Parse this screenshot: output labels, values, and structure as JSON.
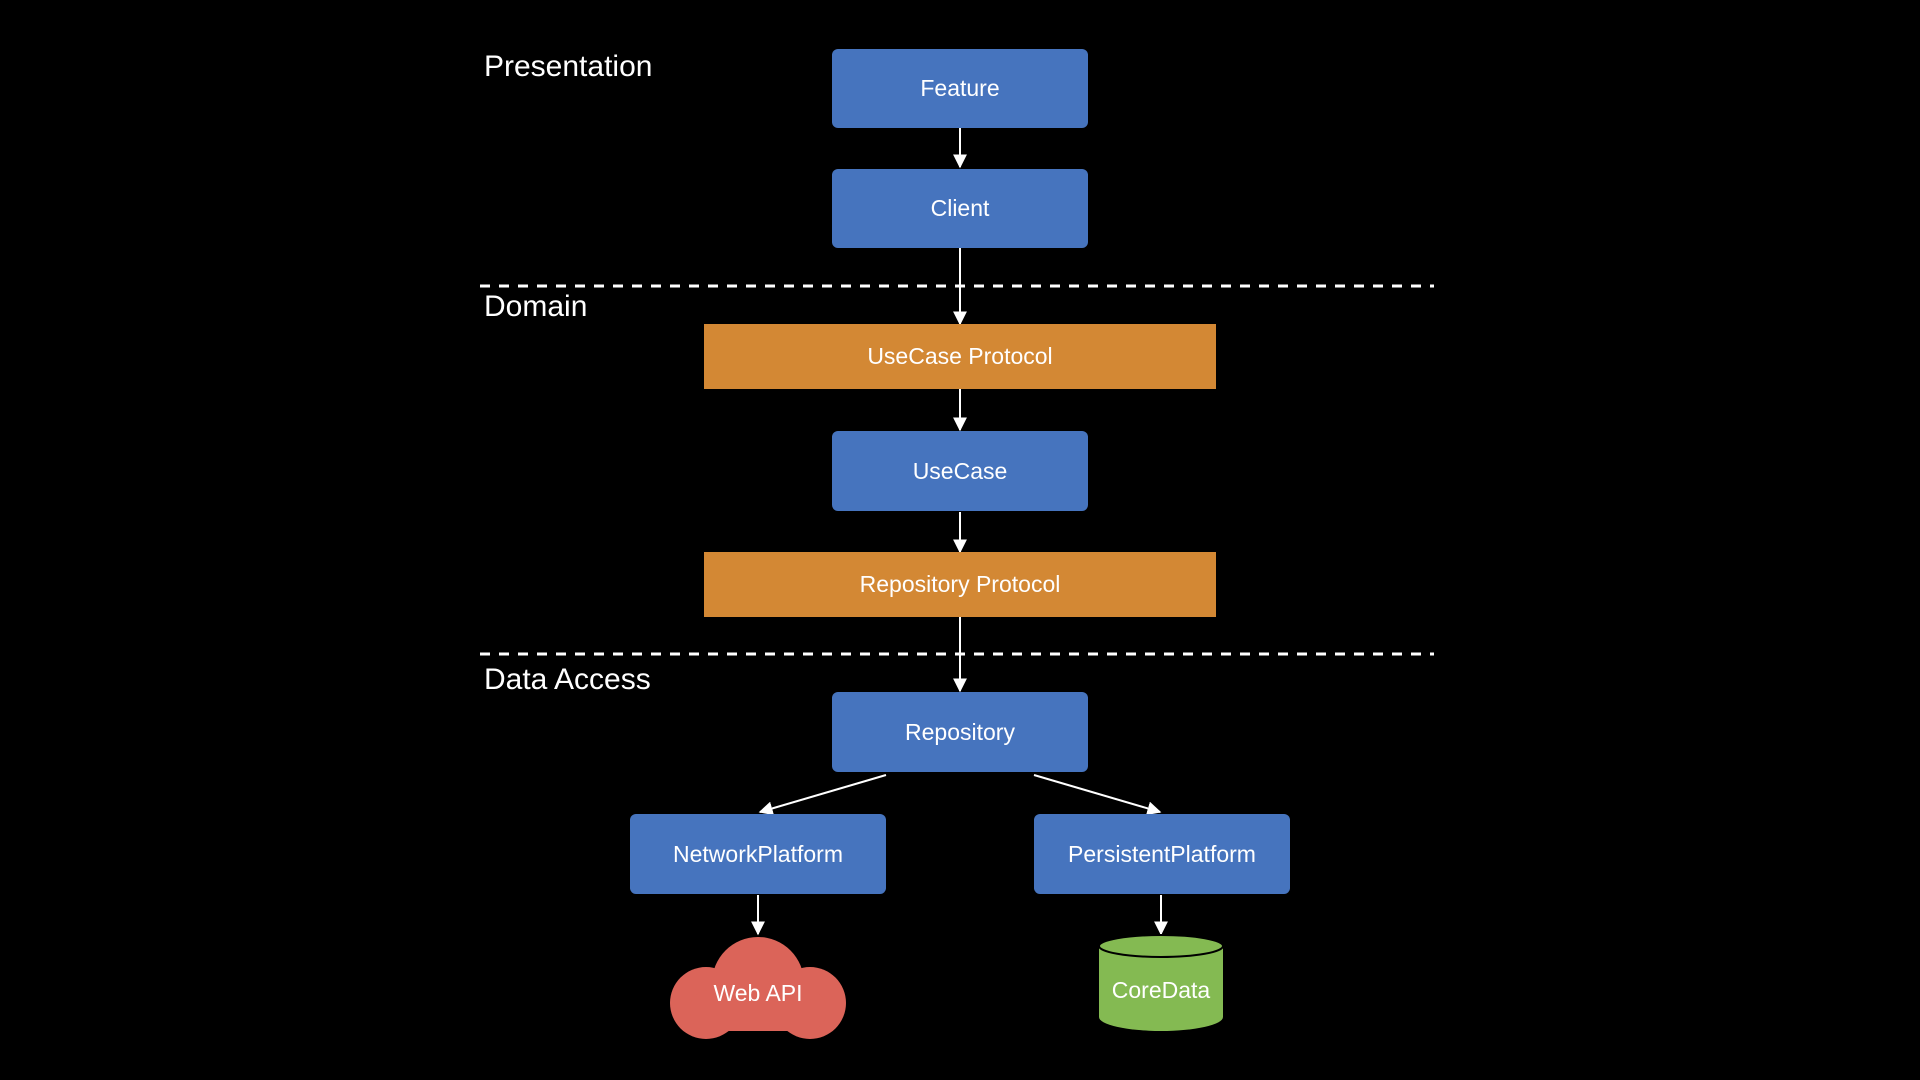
{
  "layers": {
    "presentation": "Presentation",
    "domain": "Domain",
    "data_access": "Data Access"
  },
  "nodes": {
    "feature": "Feature",
    "client": "Client",
    "usecase_protocol": "UseCase Protocol",
    "usecase": "UseCase",
    "repository_protocol": "Repository Protocol",
    "repository": "Repository",
    "network_platform": "NetworkPlatform",
    "persistent_platform": "PersistentPlatform",
    "web_api": "Web API",
    "core_data": "CoreData"
  },
  "colors": {
    "background": "#000000",
    "component": "#4674BE",
    "protocol": "#D38834",
    "web_api": "#DB6459",
    "core_data": "#84BA52",
    "line": "#FFFFFF",
    "text": "#FFFFFF"
  }
}
